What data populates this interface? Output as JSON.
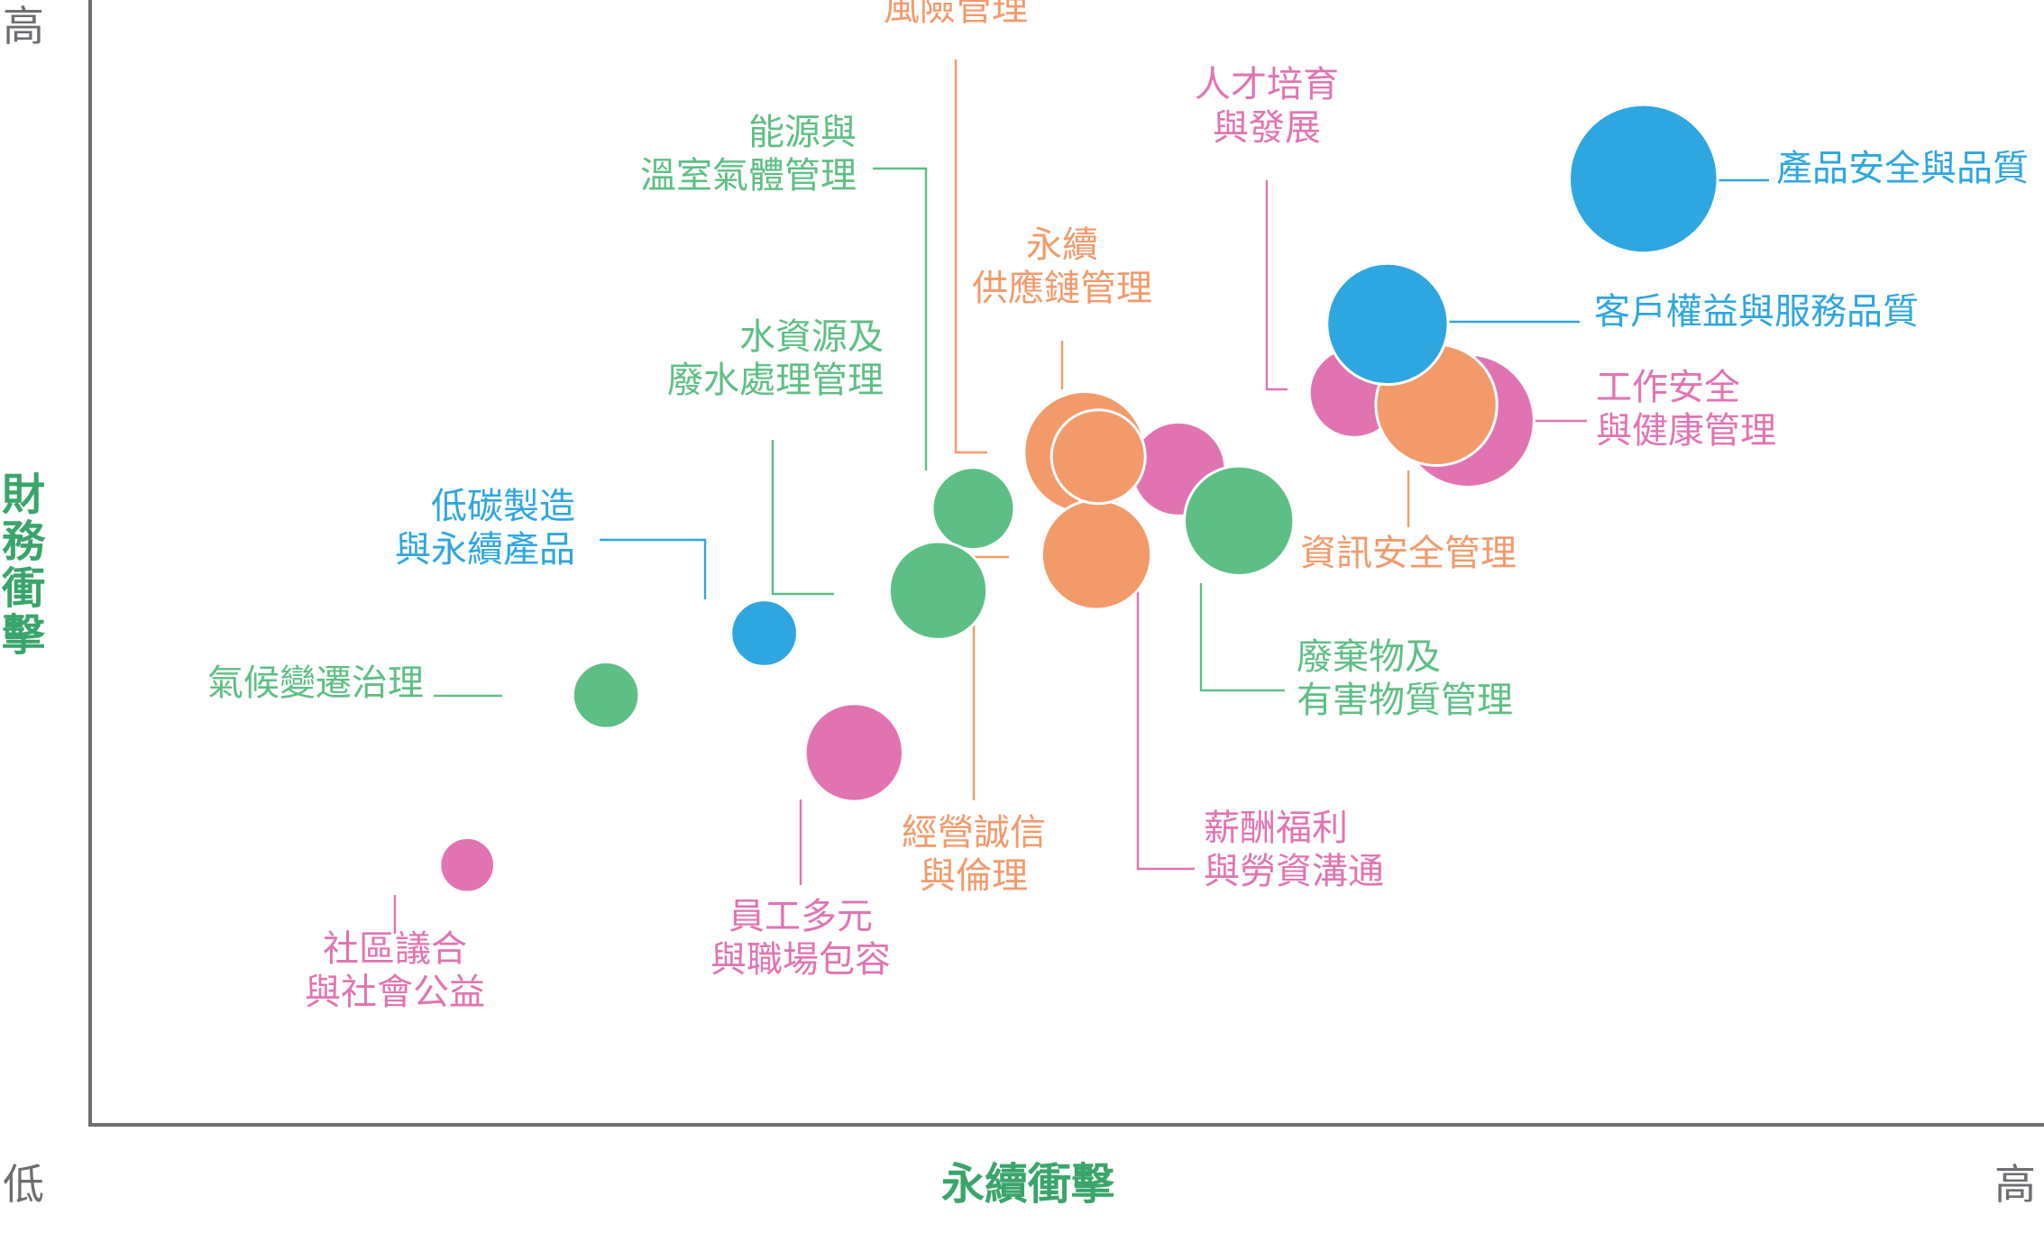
{
  "chart_data": {
    "type": "scatter",
    "title": "",
    "xlabel": "永續衝擊",
    "ylabel": "財務衝擊",
    "x_axis": {
      "low_label": "低",
      "high_label": "高"
    },
    "y_axis": {
      "high_label": "高"
    },
    "xlim": [
      0,
      100
    ],
    "ylim": [
      0,
      100
    ],
    "grid": false,
    "legend": "none",
    "colors": {
      "green": "#5dbf84",
      "orange": "#f29a6a",
      "pink": "#e273b3",
      "blue": "#2ea6e0"
    },
    "points": [
      {
        "label": "產品安全與品質",
        "x": 79.5,
        "y": 84.1,
        "size": 3.8,
        "color": "blue"
      },
      {
        "label": "人才培育\n與發展",
        "x": 64.7,
        "y": 65.1,
        "size": 2.3,
        "color": "pink"
      },
      {
        "label": "工作安全\n與健康管理",
        "x": 70.5,
        "y": 62.6,
        "size": 3.4,
        "color": "pink"
      },
      {
        "label": "資訊安全管理",
        "x": 68.9,
        "y": 64.0,
        "size": 3.1,
        "color": "orange"
      },
      {
        "label": "客戶權益與服務品質",
        "x": 66.4,
        "y": 71.2,
        "size": 3.1,
        "color": "blue"
      },
      {
        "label": "風險管理",
        "x": 50.9,
        "y": 59.8,
        "size": 3.1,
        "color": "orange"
      },
      {
        "label": "永續\n供應鏈管理",
        "x": 51.6,
        "y": 59.4,
        "size": 2.4,
        "color": "orange"
      },
      {
        "label": "薪酬福利\n與勞資溝通",
        "x": 55.7,
        "y": 58.3,
        "size": 2.4,
        "color": "pink"
      },
      {
        "label": "廢棄物及\n有害物質管理",
        "x": 58.8,
        "y": 53.7,
        "size": 2.8,
        "color": "green"
      },
      {
        "label": "經營誠信\n與倫理",
        "x": 51.5,
        "y": 50.7,
        "size": 2.8,
        "color": "orange"
      },
      {
        "label": "能源與\n溫室氣體管理",
        "x": 45.2,
        "y": 54.8,
        "size": 2.1,
        "color": "green"
      },
      {
        "label": "水資源及\n廢水處理管理",
        "x": 43.4,
        "y": 47.5,
        "size": 2.5,
        "color": "green"
      },
      {
        "label": "低碳製造\n與永續產品",
        "x": 34.5,
        "y": 43.7,
        "size": 1.7,
        "color": "blue"
      },
      {
        "label": "氣候變遷治理",
        "x": 26.4,
        "y": 38.2,
        "size": 1.7,
        "color": "green"
      },
      {
        "label": "員工多元\n與職場包容",
        "x": 39.1,
        "y": 33.1,
        "size": 2.5,
        "color": "pink"
      },
      {
        "label": "社區議合\n與社會公益",
        "x": 19.3,
        "y": 23.1,
        "size": 1.4,
        "color": "pink"
      }
    ]
  }
}
